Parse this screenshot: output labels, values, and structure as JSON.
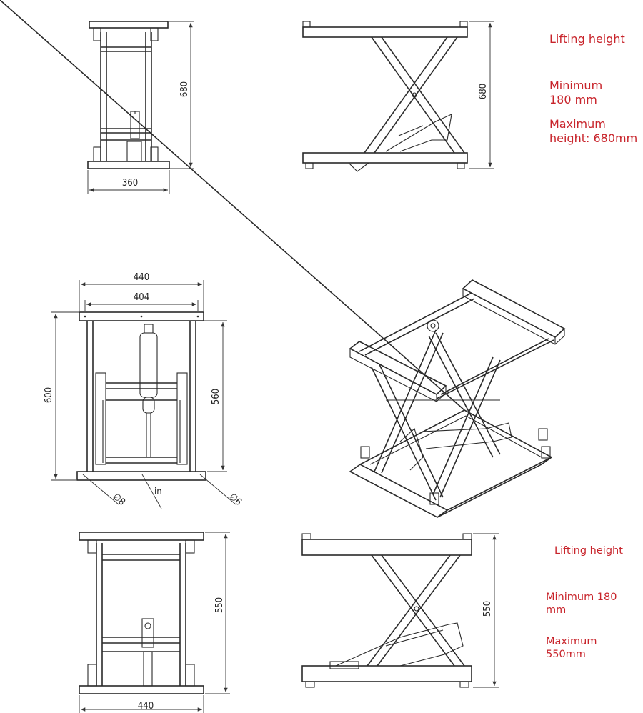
{
  "dimensions": {
    "top_front_width": "360",
    "top_front_height": "680",
    "top_side_height": "680",
    "mid_outer_width": "440",
    "mid_inner_width": "404",
    "mid_total_height": "600",
    "mid_inner_height": "560",
    "hole_left": "∅8",
    "hole_mid": "in",
    "hole_right": "∅6",
    "bottom_front_height": "550",
    "bottom_front_width": "440",
    "bottom_side_height": "550"
  },
  "notes_680": {
    "title": "Lifting height",
    "minimum": "Minimum\n180 mm",
    "maximum": "Maximum\nheight: 680mm"
  },
  "notes_550": {
    "title": "Lifting height",
    "minimum": "Minimum 180\nmm",
    "maximum": "Maximum\n550mm"
  },
  "colors": {
    "note": "#c8242b",
    "line": "#2a2a2a"
  }
}
